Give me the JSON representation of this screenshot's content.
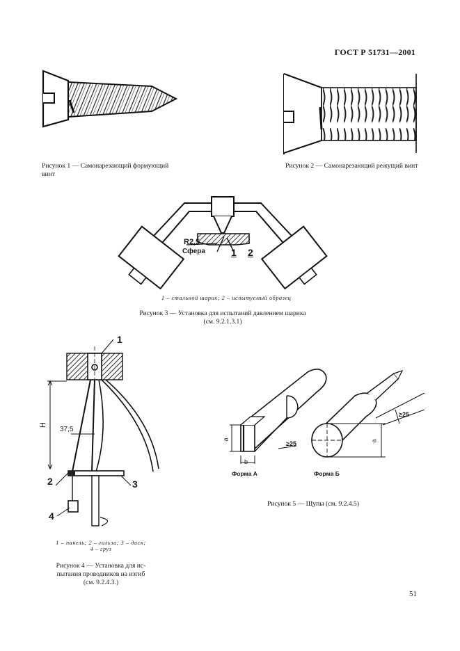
{
  "header": {
    "standard": "ГОСТ Р 51731—2001"
  },
  "figure1": {
    "caption": "Рисунок 1 — Самонарезающий формующий винт"
  },
  "figure2": {
    "caption": "Рисунок 2 — Самонарезающий режущий винт"
  },
  "figure3": {
    "labels": {
      "radius": "R2,5",
      "sphere": "Сфера",
      "n1": "1",
      "n2": "2"
    },
    "legend": "1 – стальной шарик; 2 – испытуемый образец",
    "caption_line1": "Рисунок 3 — Установка для испытаний давлением шарика",
    "caption_line2": "(см. 9.2.1.3.1)"
  },
  "figure4": {
    "labels": {
      "n1": "1",
      "n2": "2",
      "n3": "3",
      "n4": "4",
      "h": "H",
      "dim": "37,5"
    },
    "legend_line1": "1 – панель; 2 – гильза; 3 – диск;",
    "legend_line2": "4 – груз",
    "caption_line1": "Рисунок 4 — Установка для ис-",
    "caption_line2": "пытания проводников на изгиб",
    "caption_line3": "(см. 9.2.4.3.)"
  },
  "figure5": {
    "labels": {
      "a1": "a",
      "b": "b",
      "ge25a": "≥25",
      "a2": "a",
      "ge25b": "≥25",
      "formA": "Форма А",
      "formB": "Форма Б"
    },
    "caption": "Рисунок 5 — Щупы (см. 9.2.4.5)"
  },
  "page": {
    "number": "51"
  }
}
